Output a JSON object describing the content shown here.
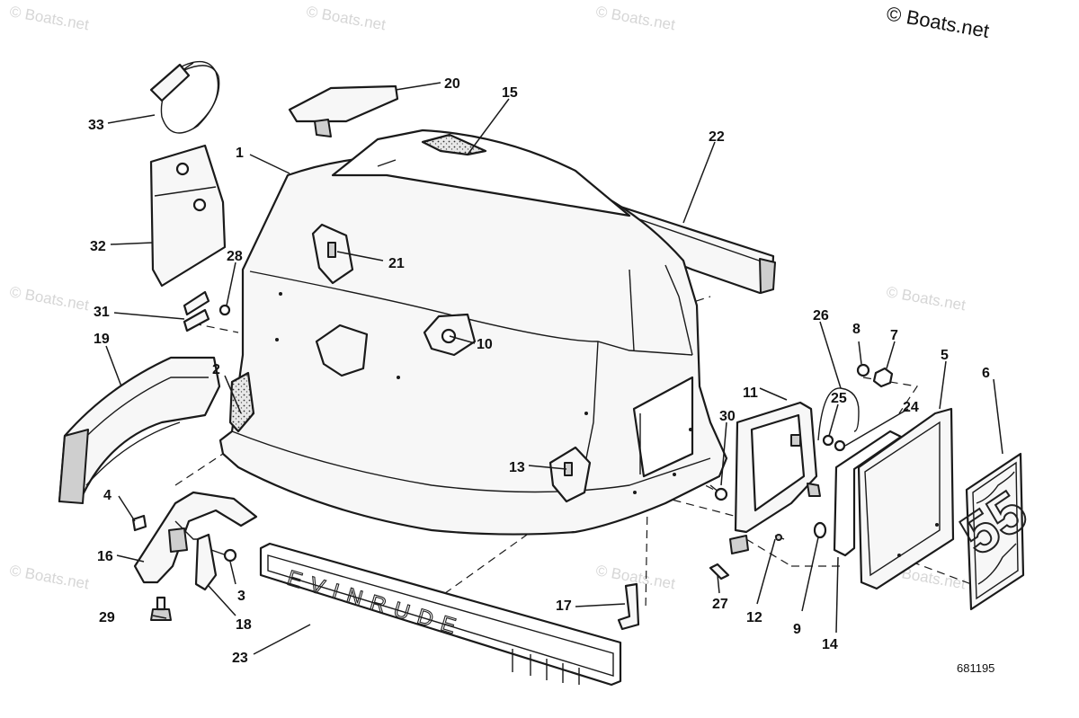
{
  "watermark": {
    "main_text": "© Boats.net",
    "faint_text": "© Boats.net"
  },
  "diagram": {
    "drawing_number": "681195",
    "brand_text": "EVINRUDE",
    "decal_number": "55",
    "callouts": [
      "1",
      "2",
      "3",
      "4",
      "5",
      "6",
      "7",
      "8",
      "9",
      "10",
      "11",
      "12",
      "13",
      "14",
      "15",
      "16",
      "17",
      "18",
      "19",
      "20",
      "21",
      "22",
      "23",
      "24",
      "25",
      "26",
      "27",
      "28",
      "29",
      "30",
      "31",
      "32",
      "33"
    ]
  },
  "colors": {
    "ink": "#1a1a1a",
    "watermark": "#d6d6d6",
    "background": "#ffffff"
  }
}
